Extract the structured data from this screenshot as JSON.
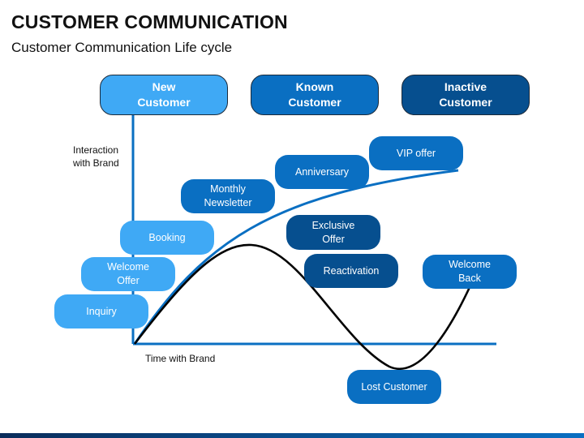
{
  "title": "CUSTOMER COMMUNICATION",
  "subtitle": "Customer Communication Life cycle",
  "phases": [
    {
      "label": "New\nCustomer",
      "color": "#3fa9f5"
    },
    {
      "label": "Known\nCustomer",
      "color": "#0a6fc2"
    },
    {
      "label": "Inactive\nCustomer",
      "color": "#064f8f"
    }
  ],
  "axes": {
    "y_label": "Interaction\nwith Brand",
    "x_label": "Time with Brand"
  },
  "stages": {
    "inquiry": "Inquiry",
    "welcome_offer": "Welcome\nOffer",
    "booking": "Booking",
    "monthly_newsletter": "Monthly\nNewsletter",
    "anniversary": "Anniversary",
    "vip_offer": "VIP offer",
    "exclusive_offer": "Exclusive\nOffer",
    "reactivation": "Reactivation",
    "welcome_back": "Welcome\nBack",
    "lost_customer": "Lost Customer"
  },
  "colors": {
    "light": "#3fa9f5",
    "mid": "#0a6fc2",
    "dark": "#064f8f",
    "axis": "#0a6fc2",
    "engagement_curve": "#0a6fc2",
    "lifecycle_curve": "#000000"
  }
}
